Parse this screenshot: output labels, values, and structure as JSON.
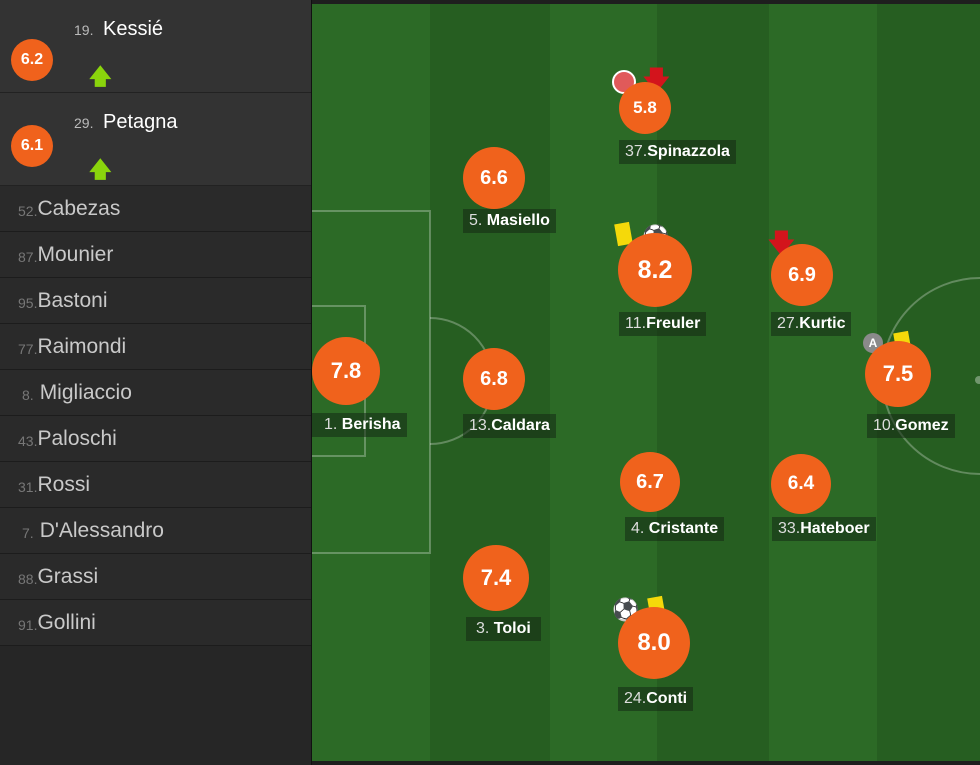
{
  "subs": [
    {
      "rating": "6.2",
      "num": "19.",
      "name": "Kessié",
      "status_icon": "sub-in-arrow-icon"
    },
    {
      "rating": "6.1",
      "num": "29.",
      "name": "Petagna",
      "status_icon": "sub-in-arrow-icon"
    }
  ],
  "bench": [
    {
      "num": "52.",
      "name": "Cabezas"
    },
    {
      "num": "87.",
      "name": "Mounier"
    },
    {
      "num": "95.",
      "name": "Bastoni"
    },
    {
      "num": "77.",
      "name": "Raimondi"
    },
    {
      "num": "8.",
      "name": "Migliaccio"
    },
    {
      "num": "43.",
      "name": "Paloschi"
    },
    {
      "num": "31.",
      "name": "Rossi"
    },
    {
      "num": "7.",
      "name": "D'Alessandro"
    },
    {
      "num": "88.",
      "name": "Grassi"
    },
    {
      "num": "91.",
      "name": "Gollini"
    }
  ],
  "players": {
    "spinazzola": {
      "rating": "5.8",
      "num": "37.",
      "name": "Spinazzola"
    },
    "masiello": {
      "rating": "6.6",
      "num": "5.",
      "name": "Masiello"
    },
    "freuler": {
      "rating": "8.2",
      "num": "11.",
      "name": "Freuler"
    },
    "kurtic": {
      "rating": "6.9",
      "num": "27.",
      "name": "Kurtic"
    },
    "berisha": {
      "rating": "7.8",
      "num": "1.",
      "name": "Berisha"
    },
    "caldara": {
      "rating": "6.8",
      "num": "13.",
      "name": "Caldara"
    },
    "gomez": {
      "rating": "7.5",
      "num": "10.",
      "name": "Gomez",
      "captain": "A"
    },
    "cristante": {
      "rating": "6.7",
      "num": "4.",
      "name": "Cristante"
    },
    "hateboer": {
      "rating": "6.4",
      "num": "33.",
      "name": "Hateboer"
    },
    "toloi": {
      "rating": "7.4",
      "num": "3.",
      "name": "Toloi"
    },
    "conti": {
      "rating": "8.0",
      "num": "24.",
      "name": "Conti"
    }
  },
  "colors": {
    "rating": "#f0621c",
    "pitch_dark": "#265c21",
    "pitch_light": "#2d6a27",
    "sub_in": "#8ad40c",
    "sub_out": "#d3141c",
    "yellow_card": "#f5d90a"
  }
}
